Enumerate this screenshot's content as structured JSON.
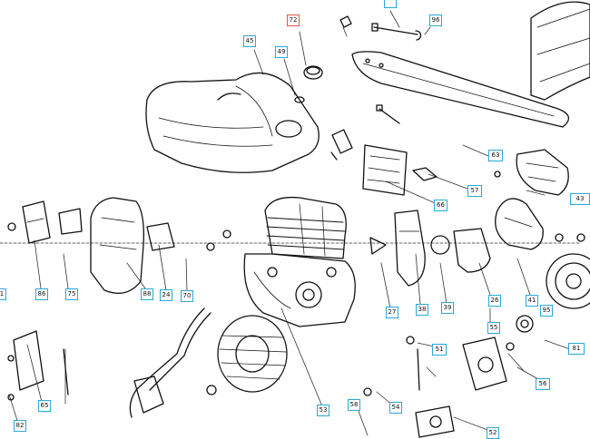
{
  "diagram": {
    "colors": {
      "line": "#111111",
      "callout_border": "#29a8d8",
      "selected_border": "#e2583e"
    },
    "callouts": [
      {
        "id": "c-top-1",
        "text": "",
        "selected": false
      },
      {
        "id": "c-72",
        "text": "72",
        "selected": true
      },
      {
        "id": "c-96",
        "text": "96",
        "selected": false
      },
      {
        "id": "c-45",
        "text": "45",
        "selected": false
      },
      {
        "id": "c-49",
        "text": "49",
        "selected": false
      },
      {
        "id": "c-63",
        "text": "63",
        "selected": false
      },
      {
        "id": "c-57",
        "text": "57",
        "selected": false
      },
      {
        "id": "c-66",
        "text": "66",
        "selected": false
      },
      {
        "id": "c-43",
        "text": "43",
        "selected": false
      },
      {
        "id": "c-86",
        "text": "86",
        "selected": false
      },
      {
        "id": "c-75",
        "text": "75",
        "selected": false
      },
      {
        "id": "c-88",
        "text": "88",
        "selected": false
      },
      {
        "id": "c-24",
        "text": "24",
        "selected": false
      },
      {
        "id": "c-70",
        "text": "70",
        "selected": false
      },
      {
        "id": "c-left-1",
        "text": "1",
        "selected": false
      },
      {
        "id": "c-27",
        "text": "27",
        "selected": false
      },
      {
        "id": "c-38",
        "text": "38",
        "selected": false
      },
      {
        "id": "c-39",
        "text": "39",
        "selected": false
      },
      {
        "id": "c-26",
        "text": "26",
        "selected": false
      },
      {
        "id": "c-41",
        "text": "41",
        "selected": false
      },
      {
        "id": "c-95",
        "text": "95",
        "selected": false
      },
      {
        "id": "c-81",
        "text": "81",
        "selected": false
      },
      {
        "id": "c-55",
        "text": "55",
        "selected": false
      },
      {
        "id": "c-51",
        "text": "51",
        "selected": false
      },
      {
        "id": "c-56",
        "text": "56",
        "selected": false
      },
      {
        "id": "c-65",
        "text": "65",
        "selected": false
      },
      {
        "id": "c-82",
        "text": "82",
        "selected": false
      },
      {
        "id": "c-53",
        "text": "53",
        "selected": false
      },
      {
        "id": "c-58",
        "text": "58",
        "selected": false
      },
      {
        "id": "c-54",
        "text": "54",
        "selected": false
      },
      {
        "id": "c-52",
        "text": "52",
        "selected": false
      }
    ]
  }
}
